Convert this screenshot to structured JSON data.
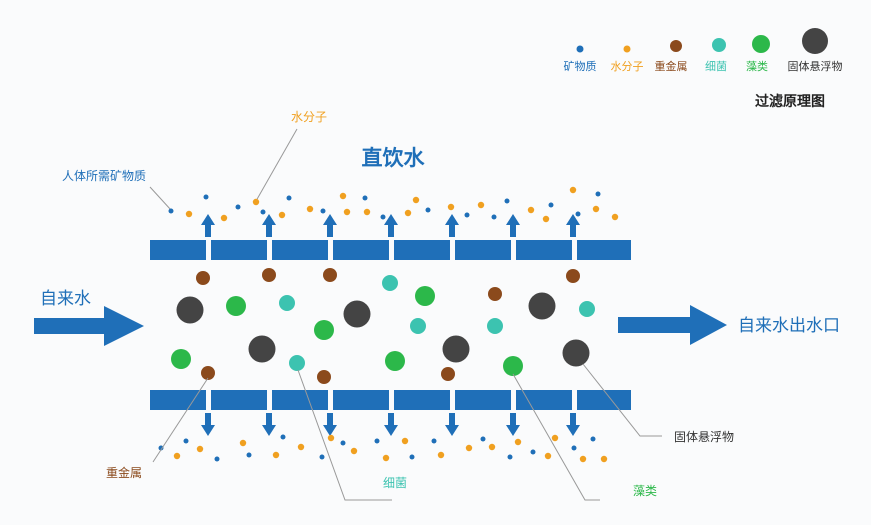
{
  "legend": {
    "items": [
      {
        "label": "矿物质",
        "color": "#1f6fb8",
        "label_color": "#1f6fb8"
      },
      {
        "label": "水分子",
        "color": "#f0a020",
        "label_color": "#f0a020"
      },
      {
        "label": "重金属",
        "color": "#8b4a1c",
        "label_color": "#8b4a1c"
      },
      {
        "label": "细菌",
        "color": "#3cc3b0",
        "label_color": "#3cc3b0"
      },
      {
        "label": "藻类",
        "color": "#2cb84a",
        "label_color": "#2cb84a"
      },
      {
        "label": "固体悬浮物",
        "color": "#444444",
        "label_color": "#333333"
      }
    ],
    "title": "过滤原理图"
  },
  "labels": {
    "direct_water": "直饮水",
    "water_molecule": "水分子",
    "minerals_needed": "人体所需矿物质",
    "tap_water_in": "自来水",
    "tap_water_out": "自来水出水口",
    "heavy_metal": "重金属",
    "bacteria": "细菌",
    "algae": "藻类",
    "suspended_solids": "固体悬浮物"
  },
  "colors": {
    "membrane": "#1f6fb8",
    "arrow": "#1f6fb8",
    "mineral": "#1f6fb8",
    "water": "#f0a020",
    "heavy_metal": "#8b4a1c",
    "bacteria": "#3cc3b0",
    "algae": "#2cb84a",
    "solid": "#444444",
    "leader": "#999999"
  }
}
